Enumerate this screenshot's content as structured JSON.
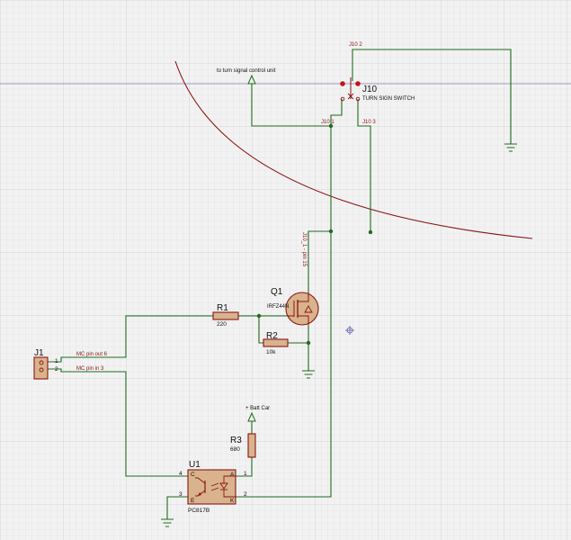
{
  "colors": {
    "background": "#f2f2f2",
    "grid": "#d9d9d9",
    "wire": "#1f6b1f",
    "component": "#8a1414",
    "component_fill": "#d9b38c",
    "axis": "#7f7fb8"
  },
  "j10": {
    "ref": "J10",
    "value": "TURN SIGN SWITCH",
    "pin1": "J10 1",
    "pin2": "J10 2",
    "pin3": "J10 3"
  },
  "signal_label": "to turn signal control unit",
  "j10_1_net": "J10_1 - pin 15",
  "q1": {
    "ref": "Q1",
    "value": "IRFZ44N"
  },
  "r1": {
    "ref": "R1",
    "value": "220"
  },
  "r2": {
    "ref": "R2",
    "value": "10k"
  },
  "r3": {
    "ref": "R3",
    "value": "680"
  },
  "j1": {
    "ref": "J1",
    "pin1_num": "1",
    "pin2_num": "2",
    "net1": "MC pin out 6",
    "net2": "MC pin in 3"
  },
  "batt_label": "+ Batt Car",
  "u1": {
    "ref": "U1",
    "value": "PC817B",
    "pin_a": "A",
    "pin_c": "C",
    "pin_e": "E",
    "pin_k": "K",
    "num1": "1",
    "num2": "2",
    "num3": "3",
    "num4": "4"
  }
}
